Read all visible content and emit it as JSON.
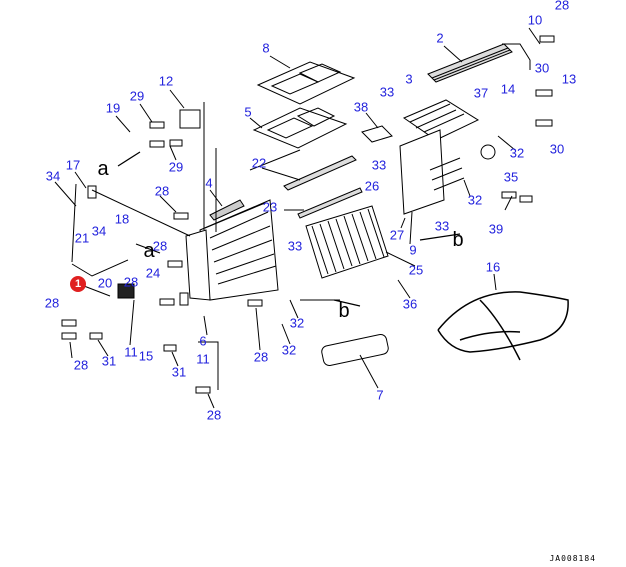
{
  "callout_badge": "1",
  "drawing_code": "JA008184",
  "connector_letters": [
    "a",
    "a",
    "b",
    "b"
  ],
  "labels": [
    "28",
    "10",
    "2",
    "8",
    "30",
    "13",
    "3",
    "12",
    "33",
    "37",
    "14",
    "29",
    "19",
    "38",
    "5",
    "30",
    "32",
    "29",
    "33",
    "22",
    "17",
    "34",
    "35",
    "4",
    "26",
    "28",
    "32",
    "23",
    "39",
    "27",
    "33",
    "33",
    "21",
    "34",
    "18",
    "28",
    "9",
    "16",
    "25",
    "24",
    "28",
    "20",
    "28",
    "36",
    "32",
    "6",
    "11",
    "15",
    "11",
    "28",
    "31",
    "32",
    "28",
    "31",
    "7",
    "28"
  ]
}
